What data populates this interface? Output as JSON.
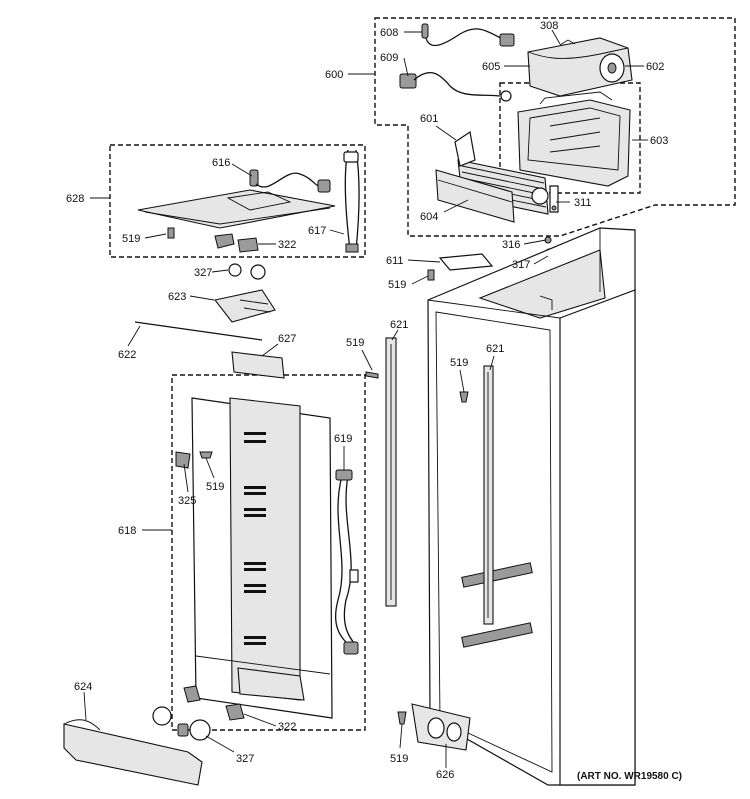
{
  "diagram": {
    "art_number": "(ART NO. WR19580 C)",
    "callouts": {
      "c608": "608",
      "c308": "308",
      "c600": "600",
      "c609": "609",
      "c605": "605",
      "c602": "602",
      "c601": "601",
      "c603": "603",
      "c604": "604",
      "c311": "311",
      "c616": "616",
      "c628": "628",
      "c519a": "519",
      "c322a": "322",
      "c617": "617",
      "c327a": "327",
      "c623": "623",
      "c622": "622",
      "c627": "627",
      "c316": "316",
      "c611": "611",
      "c317": "317",
      "c519b": "519",
      "c519c": "519",
      "c621a": "621",
      "c519d": "519",
      "c621b": "621",
      "c619": "619",
      "c325": "325",
      "c519e": "519",
      "c618": "618",
      "c624": "624",
      "c322b": "322",
      "c327b": "327",
      "c519f": "519",
      "c626": "626"
    }
  }
}
